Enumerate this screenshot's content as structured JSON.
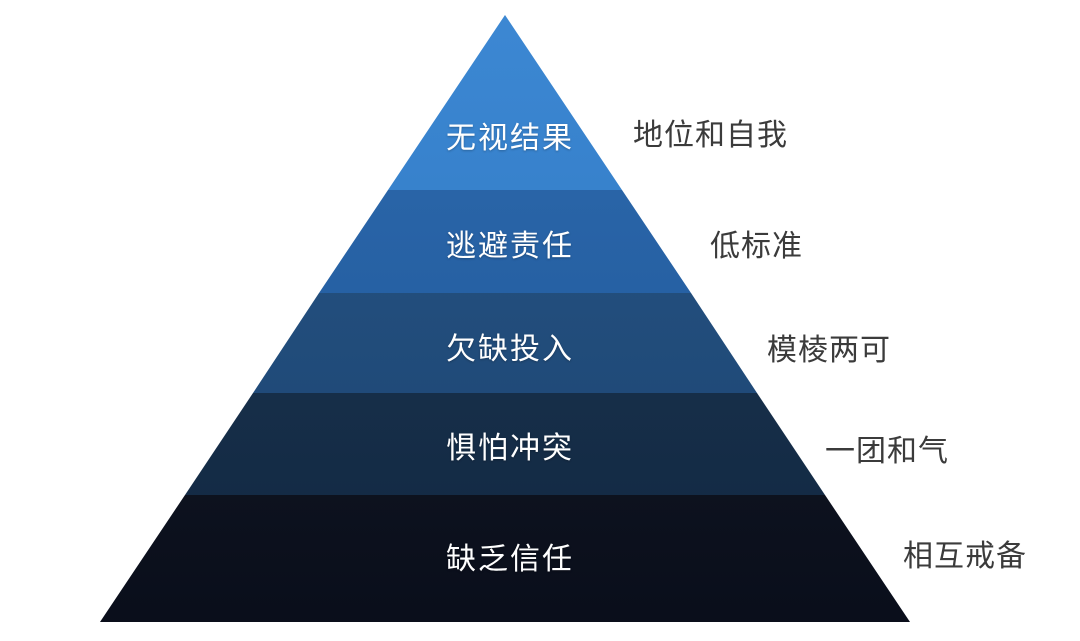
{
  "pyramid": {
    "description_levels_top_to_bottom": 5,
    "levels": [
      {
        "label": "无视结果",
        "side_label": "地位和自我",
        "color": "#2e7fd0"
      },
      {
        "label": "逃避责任",
        "side_label": "低标准",
        "color": "#1f5fa8"
      },
      {
        "label": "欠缺投入",
        "side_label": "模棱两可",
        "color": "#1b4a7d"
      },
      {
        "label": "惧怕冲突",
        "side_label": "一团和气",
        "color": "#112b48"
      },
      {
        "label": "缺乏信任",
        "side_label": "相互戒备",
        "color": "#0a0f1d"
      }
    ],
    "band_text_color": "#ffffff",
    "side_label_color": "#3b3b3b",
    "background_color": "#ffffff"
  }
}
